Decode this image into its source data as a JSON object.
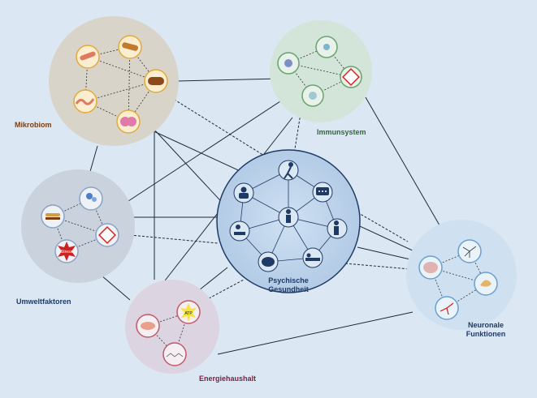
{
  "clusters": {
    "microbiome": {
      "label": "Mikrobiom",
      "color": "#7a3e12"
    },
    "immune": {
      "label": "Immunsystem",
      "color": "#2e6b33"
    },
    "environment": {
      "label": "Umweltfaktoren",
      "color": "#1d3b66"
    },
    "energy": {
      "label": "Energiehaushalt",
      "color": "#7a1f3a"
    },
    "neuronal": {
      "label_line1": "Neuronale",
      "label_line2": "Funktionen",
      "color": "#1d3b66"
    },
    "mental": {
      "label_line1": "Psychische",
      "label_line2": "Gesundheit",
      "color": "#1d3b66"
    }
  },
  "icon_texts": {
    "stress": "Stress",
    "atp": "ATP"
  },
  "icons": [
    "bacteria-icon",
    "virus-icon",
    "hazard-icon",
    "burger-icon",
    "pills-hand-icon",
    "stress-burst-icon",
    "mitochondria-icon",
    "atp-icon",
    "molecule-icon",
    "brain-icon",
    "neuron-icon",
    "person-icon",
    "chat-icon"
  ]
}
